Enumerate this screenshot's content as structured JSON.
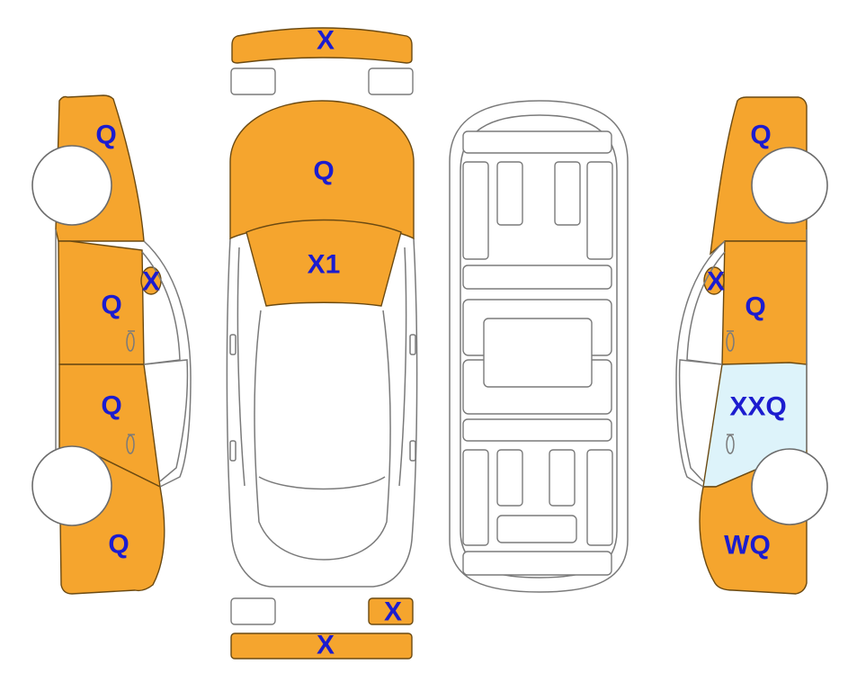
{
  "colors": {
    "damage": "#F5A52E",
    "glass": "#DDF3FA",
    "code": "#1C1CCF",
    "outline": "#7a7a7a",
    "background": "#ffffff"
  },
  "markers": {
    "front_bumper": "X",
    "hood": "Q",
    "windshield": "X1",
    "rear_bumper_corner": "X",
    "rear_bumper": "X",
    "left_front_fender": "Q",
    "left_mirror": "X",
    "left_front_door": "Q",
    "left_rear_door": "Q",
    "left_rear_quarter": "Q",
    "right_front_fender": "Q",
    "right_mirror": "X",
    "right_front_door": "Q",
    "right_rear_door": "XXQ",
    "right_rear_quarter": "WQ"
  }
}
